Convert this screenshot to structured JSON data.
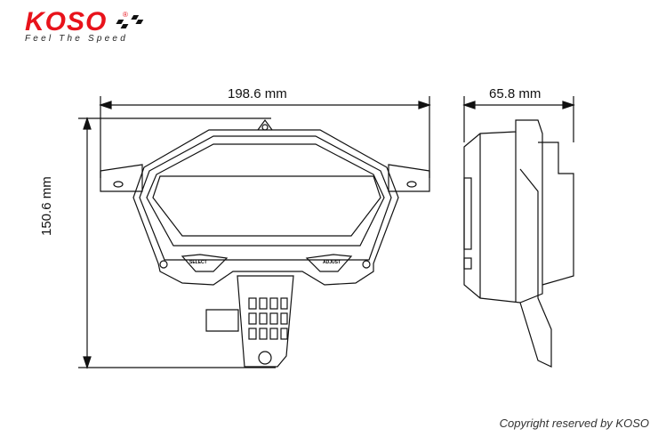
{
  "logo": {
    "brand": "KOSO",
    "tagline": "Feel The Speed",
    "registered": "®"
  },
  "dimensions": {
    "width": "198.6 mm",
    "depth": "65.8 mm",
    "height": "150.6 mm"
  },
  "buttons": {
    "left": "SELECT",
    "right": "ADJUST"
  },
  "copyright": "Copyright reserved by KOSO",
  "colors": {
    "brand": "#e8131b",
    "line": "#111111"
  }
}
